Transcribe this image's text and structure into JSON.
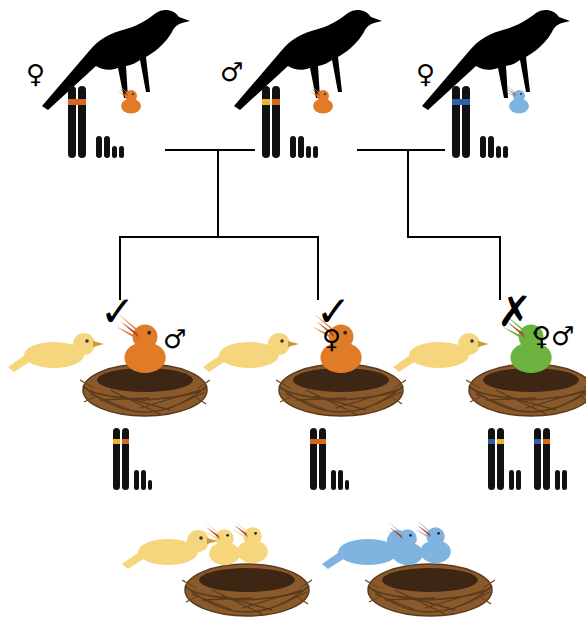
{
  "diagram": {
    "nodes": [
      {
        "text": [
          "♀"
        ]
      },
      {
        "text": [
          "♂"
        ]
      },
      {
        "text": [
          "♀"
        ]
      },
      {
        "text": [
          "♂"
        ]
      },
      {
        "text": [
          "♀"
        ]
      },
      {
        "text": [
          "♀♂"
        ]
      }
    ],
    "edges": [
      {
        "from": 0,
        "to": 3,
        "arrow": "none"
      },
      {
        "from": 1,
        "to": 3,
        "arrow": "none"
      },
      {
        "from": 0,
        "to": 4,
        "arrow": "none"
      },
      {
        "from": 1,
        "to": 4,
        "arrow": "none"
      },
      {
        "from": 1,
        "to": 5,
        "arrow": "none"
      },
      {
        "from": 2,
        "to": 5,
        "arrow": "none"
      }
    ],
    "labels": [
      "✓",
      "✓",
      "✗"
    ]
  }
}
